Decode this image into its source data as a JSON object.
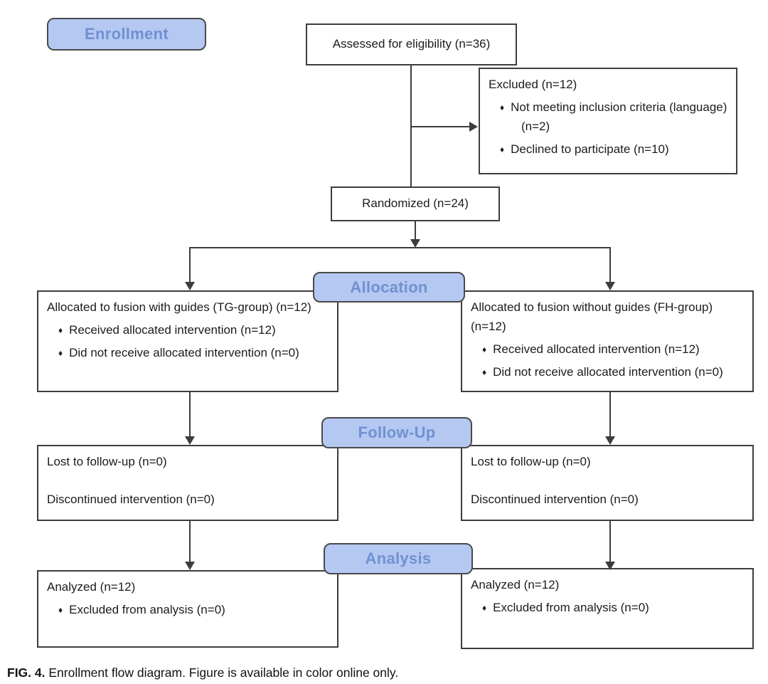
{
  "stage_labels": {
    "enrollment": "Enrollment",
    "allocation": "Allocation",
    "follow_up": "Follow-Up",
    "analysis": "Analysis"
  },
  "bullet_char": "♦",
  "boxes": {
    "assessed": {
      "title": "Assessed for eligibility (n=36)"
    },
    "excluded": {
      "title": "Excluded  (n=12)",
      "bullets": [
        "Not meeting inclusion criteria (language)(n=2)",
        "Declined to participate (n=10)"
      ]
    },
    "randomized": {
      "title": "Randomized (n=24)"
    },
    "allocated_tg": {
      "title": "Allocated to fusion with guides (TG-group) (n=12)",
      "bullets": [
        "Received allocated intervention (n=12)",
        "Did not receive allocated intervention (n=0)"
      ]
    },
    "allocated_fh": {
      "title": "Allocated to fusion without guides (FH-group) (n=12)",
      "bullets": [
        "Received allocated intervention (n=12)",
        "Did not receive allocated intervention (n=0)"
      ]
    },
    "followup_tg": {
      "lines": [
        "Lost to follow-up (n=0)",
        "Discontinued intervention (n=0)"
      ]
    },
    "followup_fh": {
      "lines": [
        "Lost to follow-up (n=0)",
        "Discontinued intervention (n=0)"
      ]
    },
    "analysis_tg": {
      "title": "Analyzed (n=12)",
      "bullets": [
        "Excluded from analysis (n=0)"
      ]
    },
    "analysis_fh": {
      "title": "Analyzed (n=12)",
      "bullets": [
        "Excluded from analysis (n=0)"
      ]
    }
  },
  "caption": {
    "label": "FIG. 4.",
    "text": "Enrollment flow diagram. Figure is available in color online only."
  },
  "colors": {
    "badge_fill": "#b5c8f2",
    "badge_text": "#7091d0",
    "badge_border": "#4a4a4a",
    "box_border": "#3d3d3d",
    "line": "#3d3d3d",
    "text": "#1c1c1c"
  }
}
